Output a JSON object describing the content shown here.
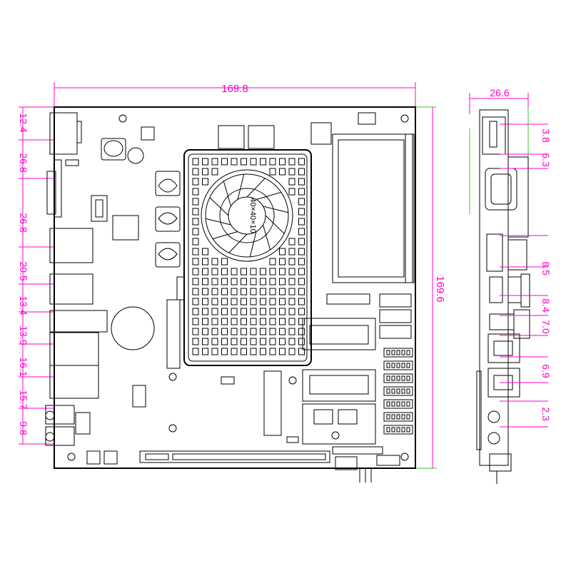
{
  "dimensions": {
    "board_width": "169.8",
    "board_height": "169.6",
    "side_depth": "26.6",
    "left_offsets": [
      "12.4",
      "26.8",
      "26.8",
      "20.5",
      "13.4",
      "13.9",
      "16.1",
      "15.7",
      "9.8"
    ],
    "right_offsets": [
      "3.8",
      "6.3",
      "8.5",
      "8.4",
      "7.0",
      "6.9",
      "2.3"
    ]
  },
  "fan_label": "40×40×10",
  "colors": {
    "dimension": "#ff00cc",
    "outline": "#33cc33",
    "line": "#000000"
  }
}
